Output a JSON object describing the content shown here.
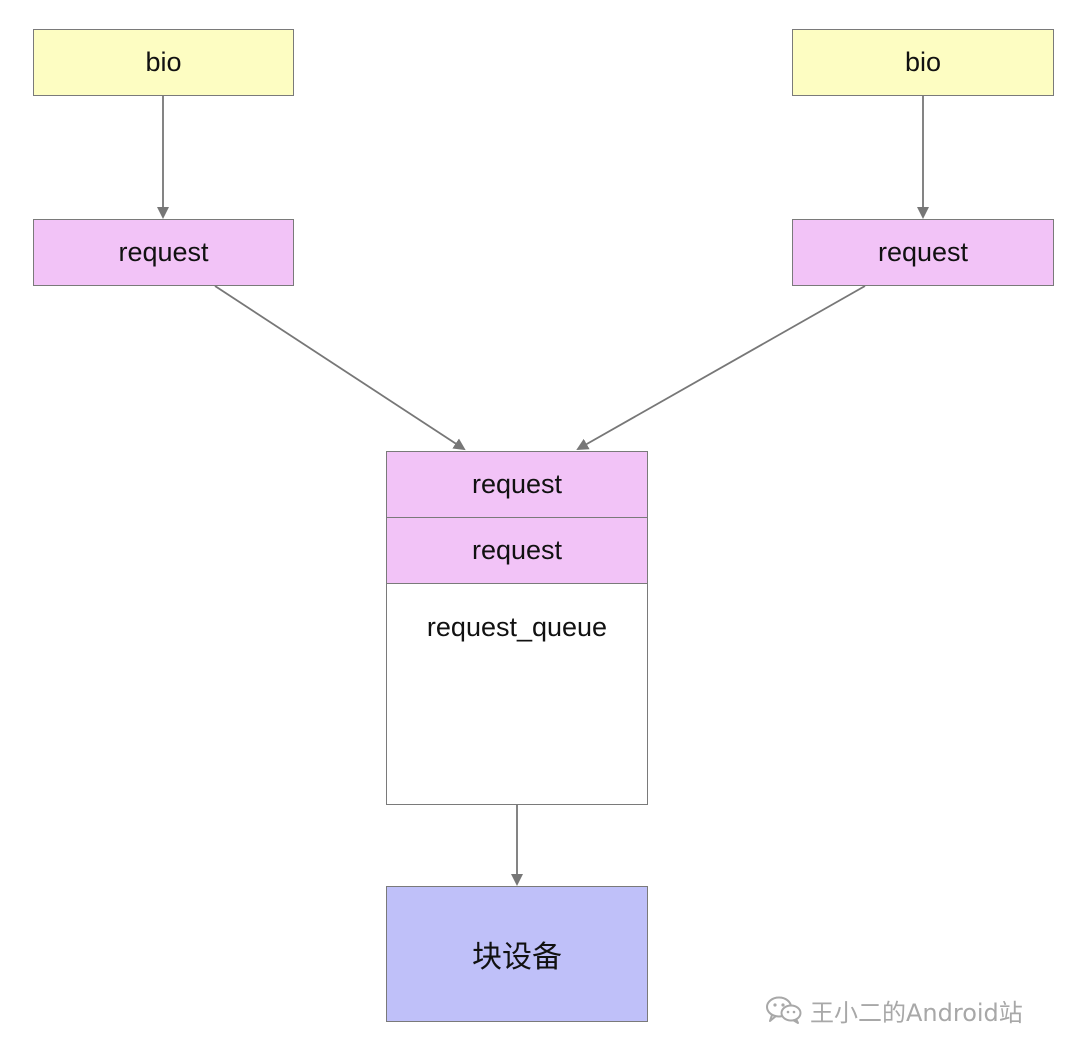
{
  "colors": {
    "bio": "#fdfdc2",
    "request": "#f2c3f7",
    "device": "#bfc0f9",
    "edge": "#777777",
    "watermark": "#a8a8a8"
  },
  "nodes": {
    "bio_left": "bio",
    "bio_right": "bio",
    "request_left": "request",
    "request_right": "request",
    "queue_slots": [
      "request",
      "request"
    ],
    "queue_label": "request_queue",
    "block_device": "块设备"
  },
  "watermark": {
    "text": "王小二的Android站",
    "icon": "wechat-icon"
  }
}
